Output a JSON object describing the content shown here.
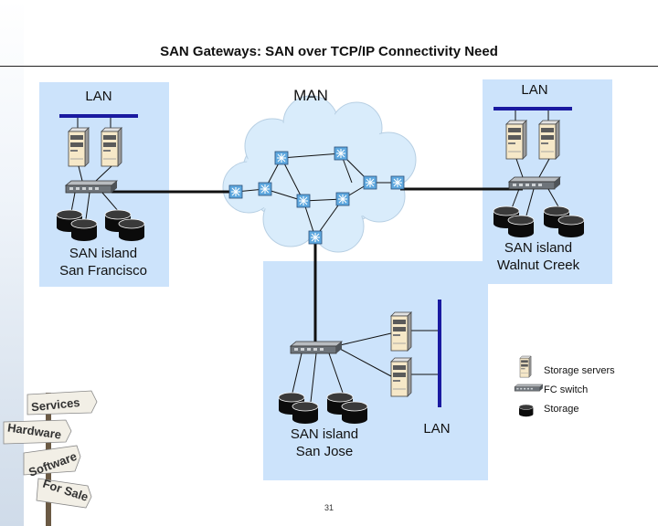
{
  "title": "SAN Gateways:  SAN over TCP/IP Connectivity Need",
  "san_francisco": {
    "lan_label": "LAN",
    "island_line1": "SAN island",
    "island_line2": "San Francisco"
  },
  "walnut_creek": {
    "lan_label": "LAN",
    "island_line1": "SAN island",
    "island_line2": "Walnut Creek"
  },
  "san_jose": {
    "lan_label": "LAN",
    "island_line1": "SAN island",
    "island_line2": "San Jose"
  },
  "man_label": "MAN",
  "legend": {
    "storage_servers": "Storage servers",
    "fc_switch": "FC switch",
    "storage": "Storage"
  },
  "signpost": [
    "Services",
    "Hardware",
    "Software",
    "For Sale"
  ],
  "page_number": "31",
  "colors": {
    "panel": "#cce3fb",
    "cloud": "#d9ecfb",
    "lan_bar": "#1a1aa0",
    "wire": "#111111"
  }
}
